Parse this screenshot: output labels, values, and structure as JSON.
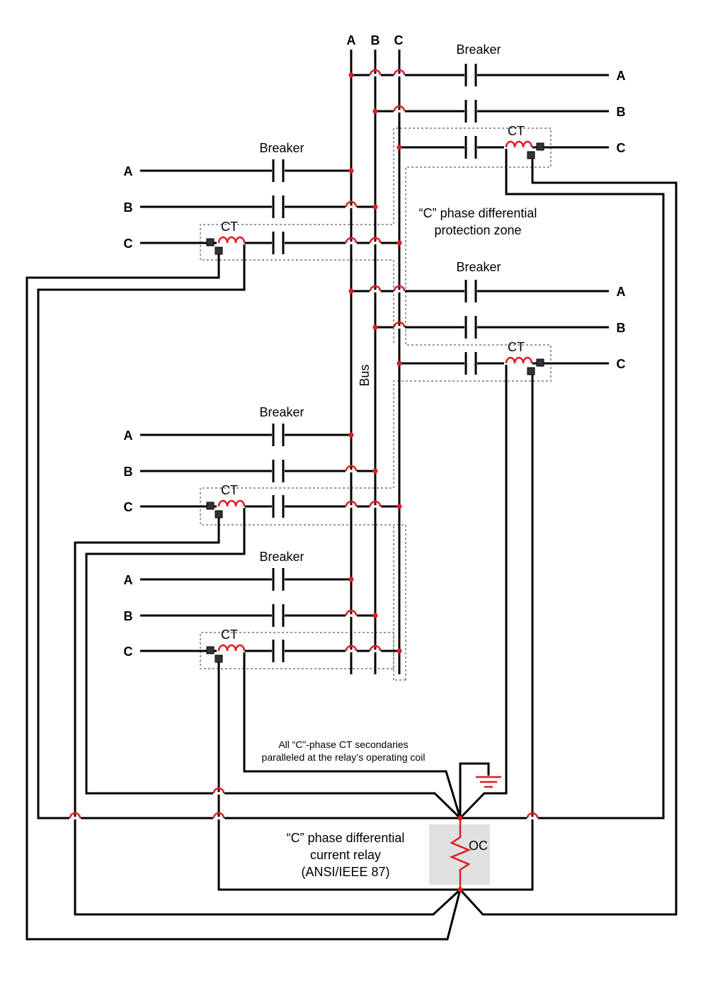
{
  "bus": {
    "phase_labels": [
      "A",
      "B",
      "C"
    ],
    "label": "Bus"
  },
  "feeders": [
    {
      "breaker_label": "Breaker",
      "ct_label": "CT",
      "phases": [
        "A",
        "B",
        "C"
      ]
    },
    {
      "breaker_label": "Breaker",
      "ct_label": "CT",
      "phases": [
        "A",
        "B",
        "C"
      ]
    },
    {
      "breaker_label": "Breaker",
      "ct_label": "CT",
      "phases": [
        "A",
        "B",
        "C"
      ]
    },
    {
      "breaker_label": "Breaker",
      "ct_label": "CT",
      "phases": [
        "A",
        "B",
        "C"
      ]
    },
    {
      "breaker_label": "Breaker",
      "ct_label": "CT",
      "phases": [
        "A",
        "B",
        "C"
      ]
    }
  ],
  "zone_label": [
    "“C” phase differential",
    "protection zone"
  ],
  "note": [
    "All “C”-phase CT secondaries",
    "paralleled at the relay’s operating coil"
  ],
  "relay": {
    "coil_label": "OC",
    "caption": [
      "“C” phase differential",
      "current relay",
      "(ANSI/IEEE 87)"
    ]
  },
  "colors": {
    "wire": "#000000",
    "coil": "#e11b22",
    "junction": "#e11b22",
    "zone": "#9a9a9a",
    "relay_box": "#e0e0e0"
  }
}
